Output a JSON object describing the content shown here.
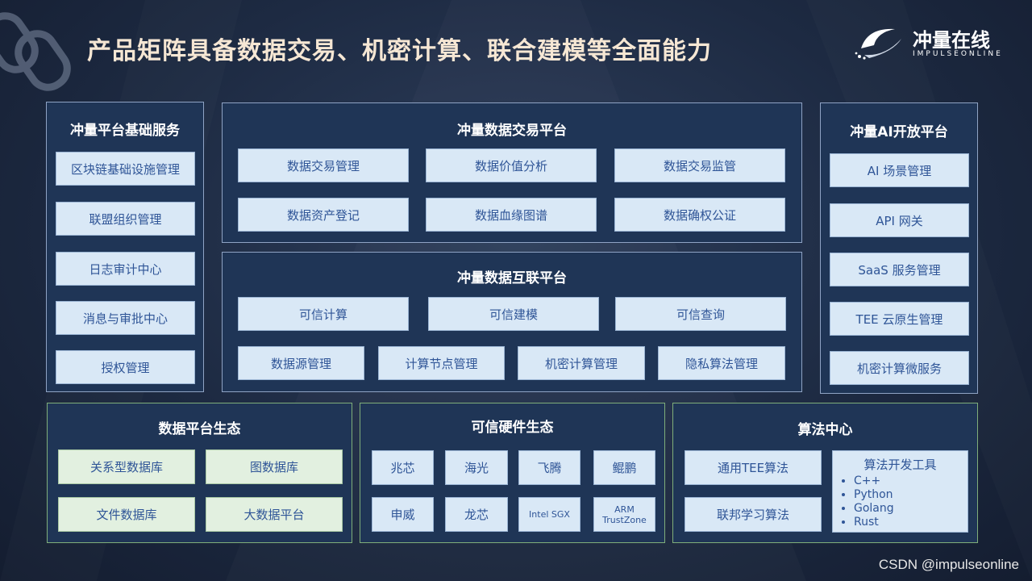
{
  "title": "产品矩阵具备数据交易、机密计算、联合建模等全面能力",
  "logo": {
    "cn": "冲量在线",
    "en": "IMPULSEONLINE"
  },
  "watermark": "CSDN @impulseonline",
  "basic_services": {
    "title": "冲量平台基础服务",
    "items": [
      "区块链基础设施管理",
      "联盟组织管理",
      "日志审计中心",
      "消息与审批中心",
      "授权管理"
    ]
  },
  "trade_platform": {
    "title": "冲量数据交易平台",
    "items": [
      "数据交易管理",
      "数据价值分析",
      "数据交易监管",
      "数据资产登记",
      "数据血缘图谱",
      "数据确权公证"
    ]
  },
  "interconnect_platform": {
    "title": "冲量数据互联平台",
    "row1": [
      "可信计算",
      "可信建模",
      "可信查询"
    ],
    "row2": [
      "数据源管理",
      "计算节点管理",
      "机密计算管理",
      "隐私算法管理"
    ]
  },
  "ai_platform": {
    "title": "冲量AI开放平台",
    "items": [
      "AI 场景管理",
      "API 网关",
      "SaaS 服务管理",
      "TEE 云原生管理",
      "机密计算微服务"
    ]
  },
  "data_ecosystem": {
    "title": "数据平台生态",
    "items": [
      "关系型数据库",
      "图数据库",
      "文件数据库",
      "大数据平台"
    ]
  },
  "hardware_ecosystem": {
    "title": "可信硬件生态",
    "items": [
      "兆芯",
      "海光",
      "飞腾",
      "鲲鹏",
      "申威",
      "龙芯",
      "Intel SGX",
      "ARM TrustZone"
    ]
  },
  "algorithm_center": {
    "title": "算法中心",
    "items": [
      "通用TEE算法",
      "联邦学习算法"
    ],
    "tools_title": "算法开发工具",
    "tools": [
      "C++",
      "Python",
      "Golang",
      "Rust"
    ]
  },
  "colors": {
    "panel_bg": "#1f3556",
    "box_blue": "#d9e8f6",
    "box_green": "#e2f0e0",
    "box_text": "#2f5597",
    "title": "#f6e7d4"
  }
}
